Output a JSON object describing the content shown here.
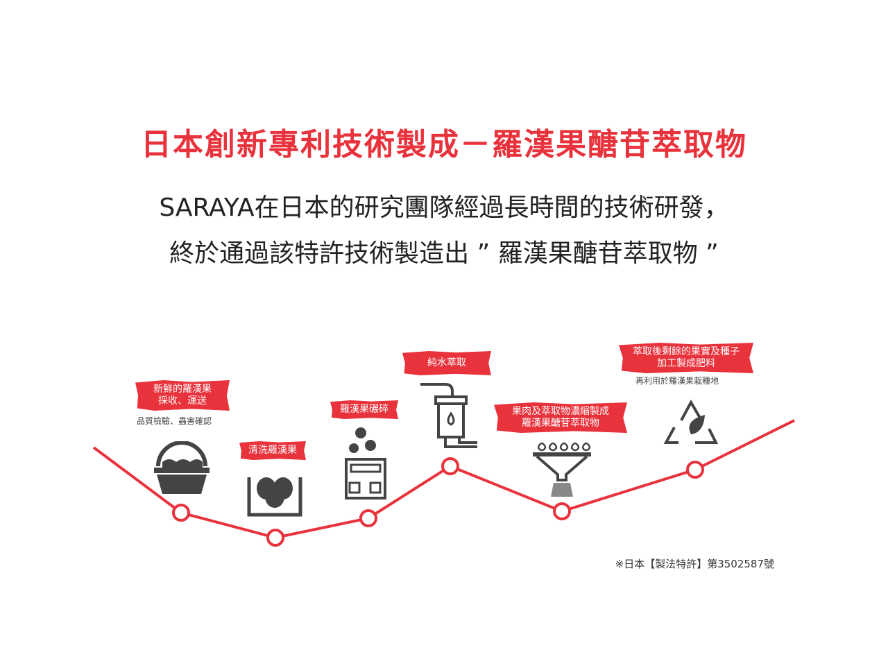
{
  "title": "日本創新專利技術製成－羅漢果醣苷萃取物",
  "subtitle_lines": [
    "SARAYA在日本的研究團隊經過長時間的技術研發，",
    "終於通過該特許技術製造出 ” 羅漢果醣苷萃取物 ”"
  ],
  "steps": [
    {
      "label_lines": [
        "新鮮的羅漢果",
        "採收、運送"
      ],
      "note": "品質檢驗、蟲害確認",
      "icon": "basket-icon"
    },
    {
      "label_lines": [
        "清洗羅漢果"
      ],
      "icon": "washing-bowl-icon"
    },
    {
      "label_lines": [
        "羅漢果碾碎"
      ],
      "icon": "crusher-machine-icon"
    },
    {
      "label_lines": [
        "純水萃取"
      ],
      "icon": "water-filter-icon"
    },
    {
      "label_lines": [
        "果肉及萃取物濃縮製成",
        "羅漢果醣苷萃取物"
      ],
      "icon": "funnel-icon"
    },
    {
      "label_lines": [
        "萃取後剩餘的果實及種子",
        "加工製成肥料"
      ],
      "note": "再利用於羅漢果栽種地",
      "icon": "recycle-leaf-icon"
    }
  ],
  "footnote": "※日本【製法特許】第3502587號",
  "colors": {
    "accent": "#e8323c",
    "icon": "#444444"
  }
}
